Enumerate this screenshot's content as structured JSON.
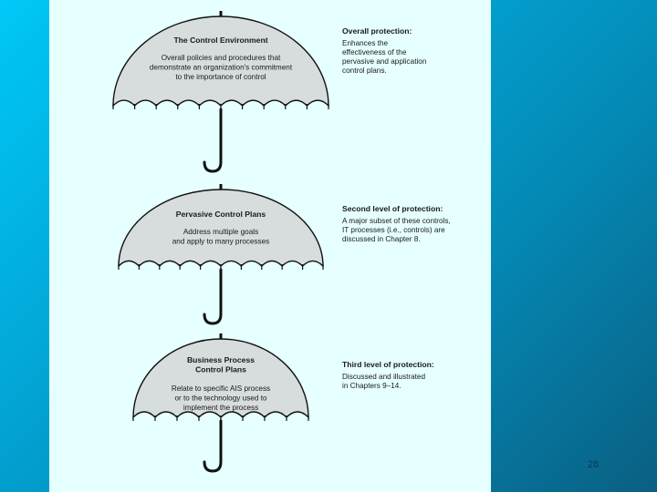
{
  "umbrellas": [
    {
      "title_lines": [
        "The Control Environment"
      ],
      "desc_lines": [
        "Overall policies and procedures that",
        "demonstrate an organization's commitment",
        "to the importance of control"
      ],
      "note_title": "Overall protection:",
      "note_lines": [
        "Enhances the",
        "effectiveness of the",
        "pervasive and application",
        "control plans."
      ]
    },
    {
      "title_lines": [
        "Pervasive Control Plans"
      ],
      "desc_lines": [
        "Address multiple goals",
        "and apply to many processes"
      ],
      "note_title": "Second level of protection:",
      "note_lines": [
        "A major subset of these controls,",
        "IT processes (i.e., controls) are",
        "discussed in Chapter 8."
      ]
    },
    {
      "title_lines": [
        "Business Process",
        "Control Plans"
      ],
      "desc_lines": [
        "Relate to specific AIS process",
        "or to the technology used to",
        "implement the process"
      ],
      "note_title": "Third level of protection:",
      "note_lines": [
        "Discussed and illustrated",
        "in Chapters 9–14."
      ]
    }
  ],
  "page_number": "28",
  "colors": {
    "panel": "#e6ffff",
    "canopy": "#d7dcdc",
    "background_start": "#00c8f8",
    "background_end": "#0a5f82"
  }
}
